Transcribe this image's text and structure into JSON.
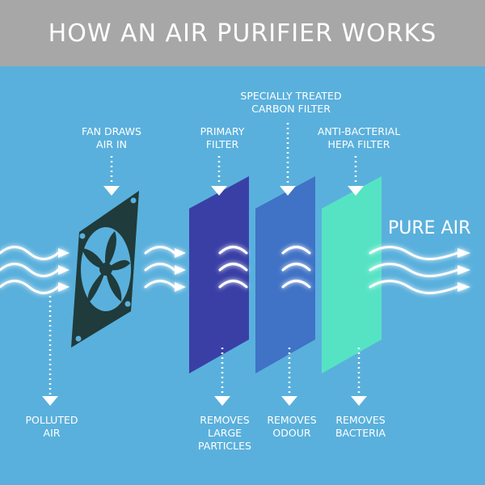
{
  "title": "HOW AN AIR PURIFIER WORKS",
  "labels": {
    "fan": [
      "FAN DRAWS",
      "AIR IN"
    ],
    "primary_filter": [
      "PRIMARY",
      "FILTER"
    ],
    "carbon_filter": [
      "SPECIALLY TREATED",
      "CARBON FILTER"
    ],
    "hepa_filter": [
      "ANTI-BACTERIAL",
      "HEPA FILTER"
    ],
    "pure_air": "PURE AIR",
    "polluted_air": [
      "POLLUTED",
      "AIR"
    ],
    "removes_large_particles": [
      "REMOVES",
      "LARGE",
      "PARTICLES"
    ],
    "removes_odour": [
      "REMOVES",
      "ODOUR"
    ],
    "removes_bacteria": [
      "REMOVES",
      "BACTERIA"
    ]
  },
  "colors": {
    "background": "#5ab0dc",
    "title_bar": "#a7a7a7",
    "primary_filter": "#3a3fa6",
    "carbon_filter": "#4072c6",
    "hepa_filter": "#56e3c4",
    "fan_body": "#1f3b3b",
    "text": "#ffffff"
  }
}
